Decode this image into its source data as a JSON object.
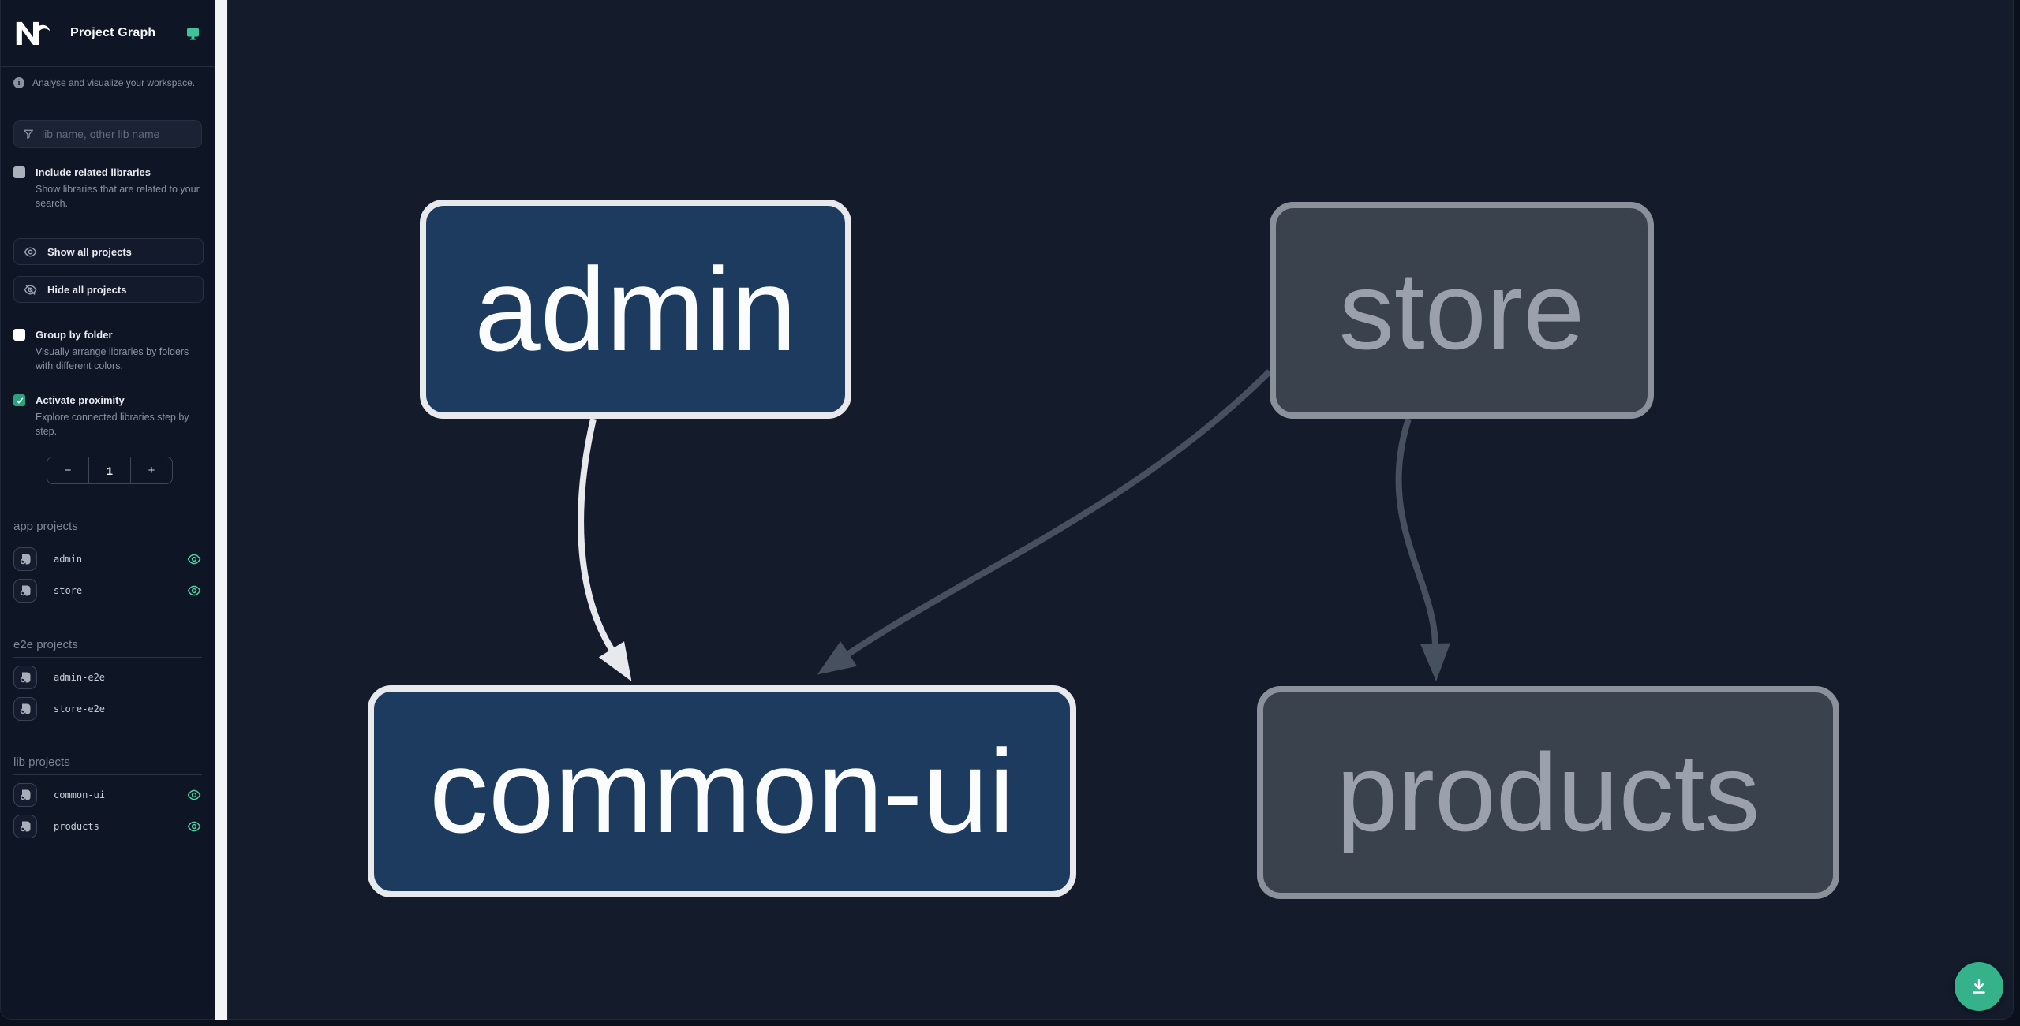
{
  "app": {
    "title": "Project Graph"
  },
  "sidebar": {
    "tagline": "Analyse and visualize your workspace.",
    "search": {
      "placeholder": "lib name, other lib name"
    },
    "include_related": {
      "label": "Include related libraries",
      "desc": "Show libraries that are related to your search.",
      "checked": false
    },
    "actions": {
      "show_all": "Show all projects",
      "hide_all": "Hide all projects"
    },
    "group_by_folder": {
      "label": "Group by folder",
      "desc": "Visually arrange libraries by folders with different colors.",
      "checked": false
    },
    "proximity": {
      "label": "Activate proximity",
      "desc": "Explore connected libraries step by step.",
      "checked": true,
      "decrease": "−",
      "value": "1",
      "increase": "+"
    },
    "sections": [
      {
        "title": "app projects",
        "projects": [
          {
            "name": "admin",
            "visible": true
          },
          {
            "name": "store",
            "visible": true
          }
        ]
      },
      {
        "title": "e2e projects",
        "projects": [
          {
            "name": "admin-e2e",
            "visible": false
          },
          {
            "name": "store-e2e",
            "visible": false
          }
        ]
      },
      {
        "title": "lib projects",
        "projects": [
          {
            "name": "common-ui",
            "visible": true
          },
          {
            "name": "products",
            "visible": true
          }
        ]
      }
    ]
  },
  "graph": {
    "nodes": [
      {
        "id": "admin",
        "label": "admin",
        "type": "app",
        "emphasis": "highlighted"
      },
      {
        "id": "store",
        "label": "store",
        "type": "app",
        "emphasis": "dimmed"
      },
      {
        "id": "common-ui",
        "label": "common-ui",
        "type": "lib",
        "emphasis": "highlighted"
      },
      {
        "id": "products",
        "label": "products",
        "type": "lib",
        "emphasis": "dimmed"
      }
    ],
    "edges": [
      {
        "from": "admin",
        "to": "common-ui",
        "emphasis": "highlighted"
      },
      {
        "from": "store",
        "to": "common-ui",
        "emphasis": "dimmed"
      },
      {
        "from": "store",
        "to": "products",
        "emphasis": "dimmed"
      }
    ]
  },
  "fab": {
    "icon": "download-icon"
  },
  "colors": {
    "accent_green": "#3fc39a",
    "eye_green": "#4fd3a0",
    "fab_green": "#35b289",
    "node_highlighted_fill": "#1d3a5f",
    "node_highlighted_border": "#e7e9ec",
    "node_dimmed_fill": "#3a424e",
    "node_dimmed_border": "#8a919b",
    "edge_highlighted": "#e7e9ec",
    "edge_dimmed": "#47505e",
    "sidebar_bg": "#0e1524",
    "canvas_bg": "#141b2b"
  }
}
